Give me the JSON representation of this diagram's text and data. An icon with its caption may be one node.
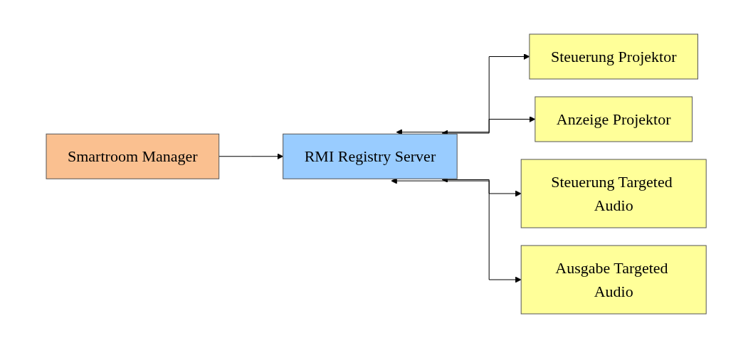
{
  "diagram": {
    "nodes": [
      {
        "text": [
          "Smartroom Manager"
        ]
      },
      {
        "text": [
          "RMI Registry Server"
        ]
      },
      {
        "text": [
          "Steuerung Projektor"
        ]
      },
      {
        "text": [
          "Anzeige Projektor"
        ]
      },
      {
        "text": [
          "Steuerung Targeted Audio"
        ]
      },
      {
        "text": [
          "Ausgabe Targeted Audio"
        ]
      }
    ],
    "edges": [
      {
        "from": 0,
        "to": 1,
        "arrow": "to"
      },
      {
        "from": 1,
        "to": 2,
        "arrow": "both"
      },
      {
        "from": 1,
        "to": 3,
        "arrow": "both"
      },
      {
        "from": 1,
        "to": 4,
        "arrow": "both"
      },
      {
        "from": 1,
        "to": 5,
        "arrow": "both"
      }
    ]
  }
}
